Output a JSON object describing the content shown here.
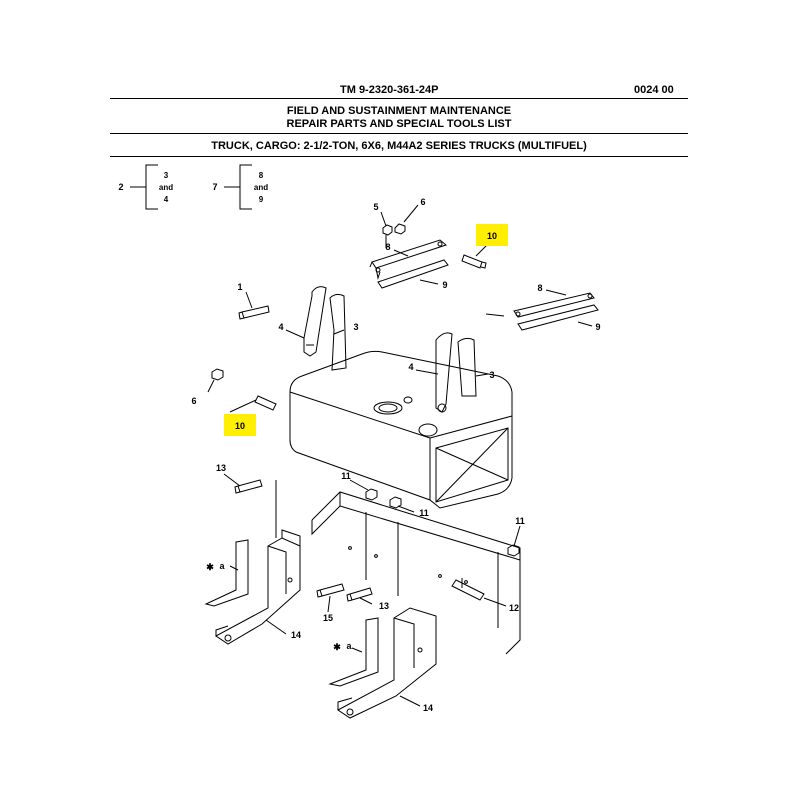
{
  "header": {
    "tm_number": "TM 9-2320-361-24P",
    "page_code": "0024 00",
    "title_line1": "FIELD AND SUSTAINMENT MAINTENANCE",
    "title_line2": "REPAIR PARTS AND SPECIAL TOOLS LIST",
    "subtitle": "TRUCK, CARGO: 2-1/2-TON, 6X6, M44A2 SERIES TRUCKS (MULTIFUEL)"
  },
  "reference_boxes": [
    {
      "lead": "2",
      "l1": "3",
      "l2": "and",
      "l3": "4"
    },
    {
      "lead": "7",
      "l1": "8",
      "l2": "and",
      "l3": "9"
    }
  ],
  "callouts": {
    "c1": "1",
    "c3a": "3",
    "c3b": "3",
    "c4a": "4",
    "c4b": "4",
    "c5": "5",
    "c6a": "6",
    "c6b": "6",
    "c8a": "8",
    "c8b": "8",
    "c9a": "9",
    "c9b": "9",
    "c10a": "10",
    "c10b": "10",
    "c11a": "11",
    "c11b": "11",
    "c11c": "11",
    "c12": "12",
    "c13a": "13",
    "c13b": "13",
    "c14a": "14",
    "c14b": "14",
    "c15": "15",
    "ca": "a",
    "cb": "a",
    "star": "✱"
  },
  "highlight_color": "#ffee00"
}
